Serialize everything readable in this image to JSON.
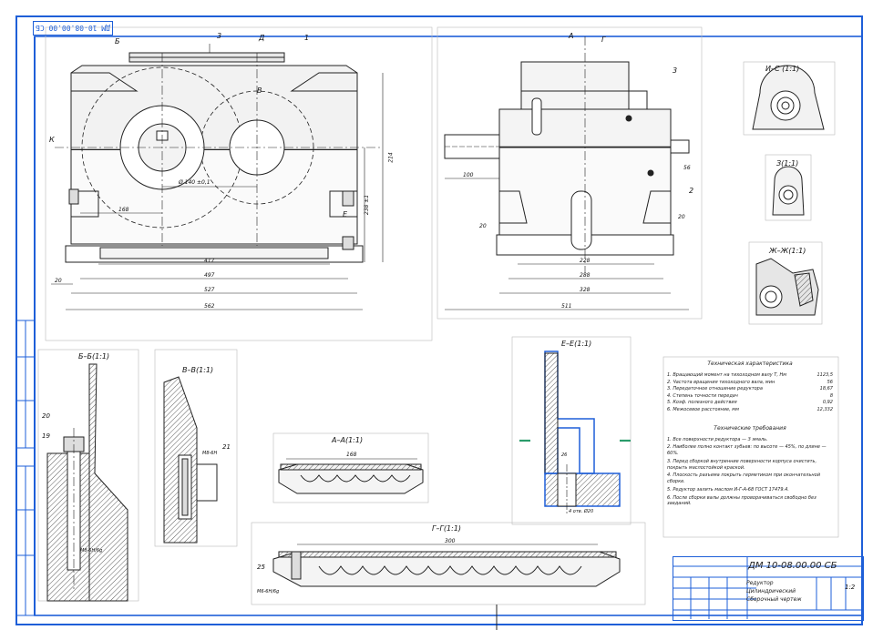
{
  "stamp": "ДМ 10-08.00.00 СБ",
  "title_block": {
    "designation": "ДМ 10-08.00.00 СБ",
    "name_lines": [
      "Редуктор",
      "Цилиндрический",
      "Сборочный чертеж"
    ],
    "scale": "1:2"
  },
  "views": {
    "front": {
      "dims": [
        "417",
        "497",
        "527",
        "562",
        "20",
        "168",
        "214",
        "238 ±1",
        "Ø 140 ±0,1"
      ],
      "labels": [
        "К",
        "Е",
        "Б",
        "В",
        "Д",
        "3",
        "1"
      ]
    },
    "side": {
      "dims": [
        "100",
        "20",
        "20",
        "56",
        "228",
        "288",
        "328",
        "511"
      ],
      "labels": [
        "А",
        "Г",
        "3",
        "2"
      ]
    },
    "section_bb": {
      "title": "Б–Б(1:1)",
      "labels": [
        "20",
        "19",
        "М8-6Н/6g"
      ]
    },
    "section_vv": {
      "title": "В–В(1:1)",
      "labels": [
        "21",
        "М8-6Н"
      ]
    },
    "section_aa": {
      "title": "А–А(1:1)",
      "dim": "168"
    },
    "section_gg": {
      "title": "Г–Г(1:1)",
      "dim": "300",
      "labels": [
        "25",
        "М6-6Н/6g"
      ]
    },
    "section_ee": {
      "title": "Е–Е(1:1)",
      "dims": [
        "26",
        "4 отв. Ø20"
      ]
    },
    "view_ie": {
      "title": "И–С (1:1)"
    },
    "view_z": {
      "title": "З(1:1)"
    },
    "view_zhzh": {
      "title": "Ж–Ж(1:1)"
    }
  },
  "notes": {
    "header_specs": "Техническая характеристика",
    "specs": [
      {
        "k": "1. Вращающий момент на тихоходном валу Т, Нм",
        "v": "1123,5"
      },
      {
        "k": "2. Частота вращения тихоходного вала, мин",
        "v": "56"
      },
      {
        "k": "3. Передаточное отношение редуктора",
        "v": "18,67"
      },
      {
        "k": "4. Степень точности передач",
        "v": "8"
      },
      {
        "k": "5. Коэф. полезного действия",
        "v": "0,92"
      },
      {
        "k": "6. Межосевое расстояние, мм",
        "v": "12,332"
      }
    ],
    "header_req": "Технические требования",
    "reqs": [
      "1. Все поверхности редуктора — 3 эмаль.",
      "2. Наиболее полно контакт зубьев: по высоте — 45%, по длине — 60%.",
      "3. Перед сборкой внутренние поверхности корпуса очистить, покрыть маслостойкой краской.",
      "4. Плоскость разъема покрыть герметиком при окончательной сборке.",
      "5. Редуктор залить маслом И-Г-А-68 ГОСТ 17479.4.",
      "6. После сборки валы должны проворачиваться свободно без заеданий."
    ]
  }
}
